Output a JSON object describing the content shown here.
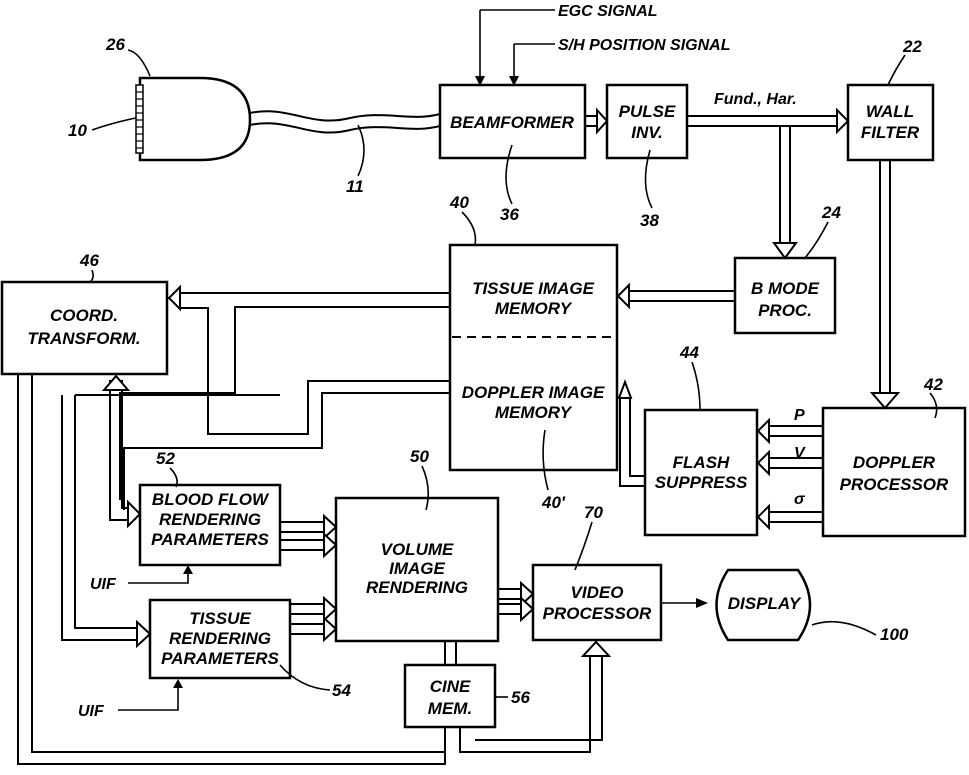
{
  "signals": {
    "egc": "EGC SIGNAL",
    "sh_position": "S/H POSITION SIGNAL",
    "fund_har": "Fund., Har.",
    "uif_top": "UIF",
    "uif_bottom": "UIF",
    "p": "P",
    "v": "V",
    "sigma": "σ"
  },
  "blocks": {
    "beamformer": {
      "line1": "BEAMFORMER"
    },
    "pulse_inv": {
      "line1": "PULSE",
      "line2": "INV."
    },
    "wall_filter": {
      "line1": "WALL",
      "line2": "FILTER"
    },
    "b_mode": {
      "line1": "B MODE",
      "line2": "PROC."
    },
    "tissue_mem": {
      "line1": "TISSUE IMAGE",
      "line2": "MEMORY"
    },
    "doppler_mem": {
      "line1": "DOPPLER IMAGE",
      "line2": "MEMORY"
    },
    "coord": {
      "line1": "COORD.",
      "line2": "TRANSFORM."
    },
    "flash": {
      "line1": "FLASH",
      "line2": "SUPPRESS"
    },
    "doppler_proc": {
      "line1": "DOPPLER",
      "line2": "PROCESSOR"
    },
    "blood_flow": {
      "line1": "BLOOD FLOW",
      "line2": "RENDERING",
      "line3": "PARAMETERS"
    },
    "volume": {
      "line1": "VOLUME",
      "line2": "IMAGE",
      "line3": "RENDERING"
    },
    "tissue_render": {
      "line1": "TISSUE",
      "line2": "RENDERING",
      "line3": "PARAMETERS"
    },
    "video": {
      "line1": "VIDEO",
      "line2": "PROCESSOR"
    },
    "display": {
      "line1": "DISPLAY"
    },
    "cine": {
      "line1": "CINE",
      "line2": "MEM."
    }
  },
  "refs": {
    "r10": "10",
    "r11": "11",
    "r22": "22",
    "r24": "24",
    "r26": "26",
    "r36": "36",
    "r38": "38",
    "r40": "40",
    "r40p": "40'",
    "r42": "42",
    "r44": "44",
    "r46": "46",
    "r50": "50",
    "r52": "52",
    "r54": "54",
    "r56": "56",
    "r70": "70",
    "r100": "100"
  }
}
